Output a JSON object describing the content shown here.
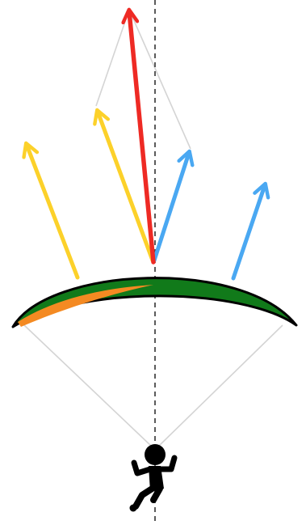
{
  "colors": {
    "background": "#ffffff",
    "resultant_arrow": "#ee2a24",
    "left_force_arrows": "#fcd12a",
    "right_force_arrows": "#4aa8f2",
    "wing_fill": "#117a1a",
    "wing_outline": "#000000",
    "wing_underside": "#f48a22",
    "construction_lines": "#d4d4d4",
    "center_axis": "#333333",
    "pilot": "#000000"
  },
  "elements": {
    "center_axis": "dashed-vertical-axis",
    "wing": "paraglider-wing",
    "pilot": "pilot-figure",
    "resultant": "red-resultant-arrow",
    "yellow_arrows": 2,
    "blue_arrows": 2
  }
}
